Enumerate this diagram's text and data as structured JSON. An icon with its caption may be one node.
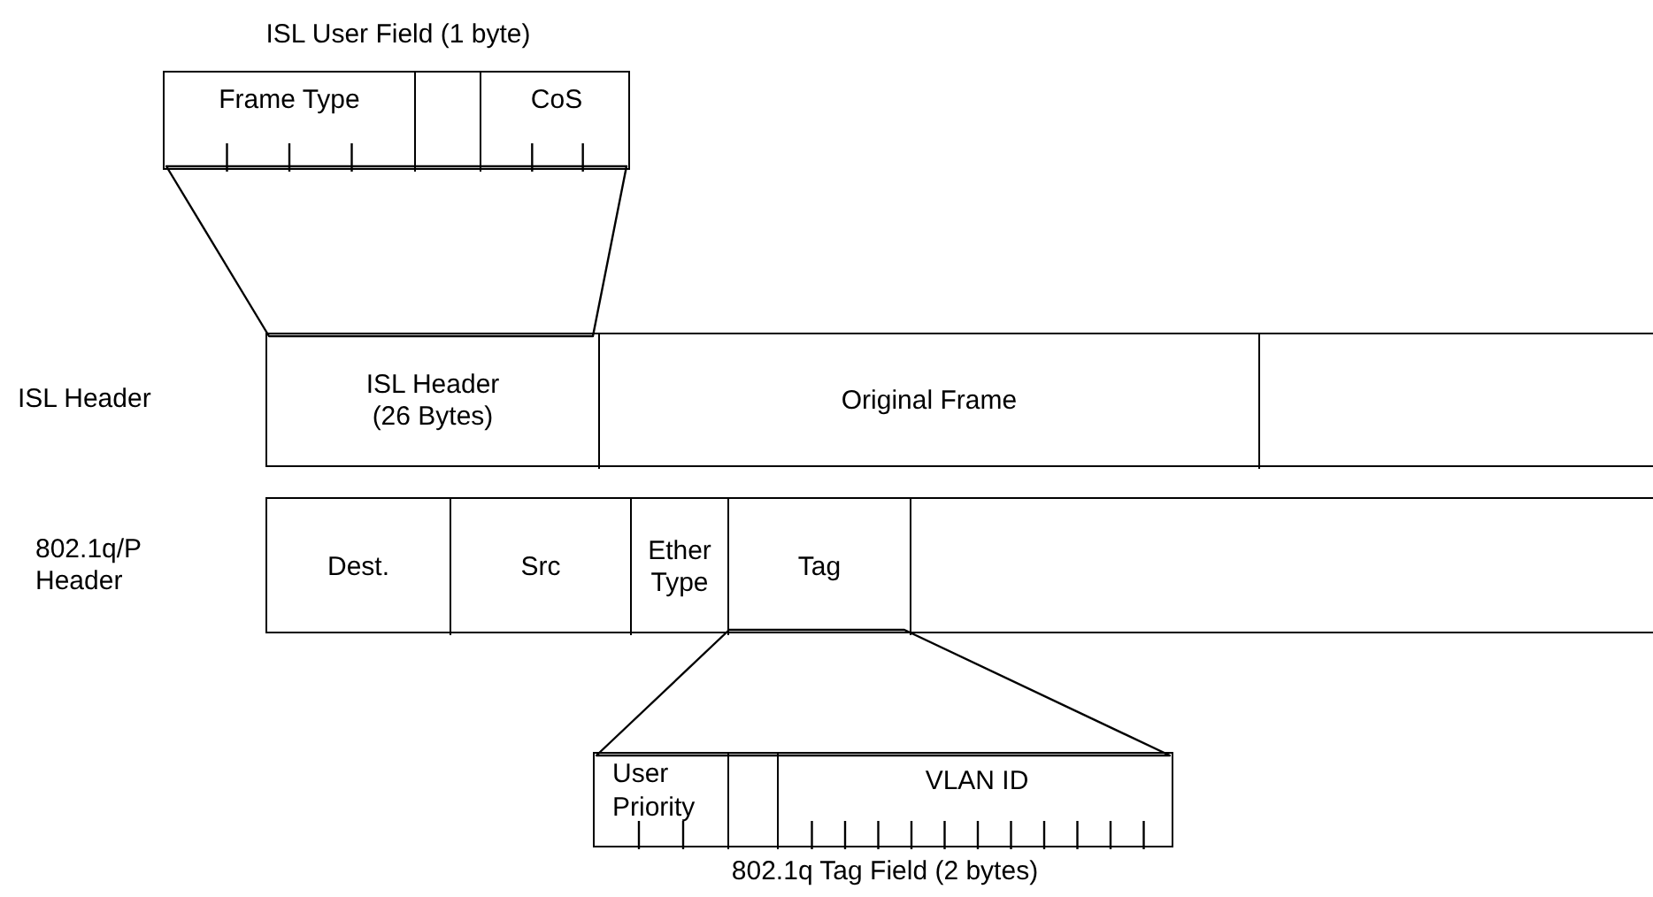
{
  "diagram": {
    "nodes": [
      {
        "text": [
          "ISL User Field (1 byte)"
        ]
      },
      {
        "text": [
          "Frame Type"
        ],
        "in": 0
      },
      {
        "text": [],
        "shape": "box",
        "in": 0
      },
      {
        "text": [
          "CoS"
        ],
        "in": 0
      },
      {
        "text": [
          "ISL Header"
        ]
      },
      {
        "text": [
          "ISL Header (26 Bytes)"
        ],
        "in": 4
      },
      {
        "text": [
          "Original Frame"
        ],
        "in": 4
      },
      {
        "text": [],
        "shape": "box",
        "in": 4
      },
      {
        "text": [
          "802.1q/P Header"
        ]
      },
      {
        "text": [
          "Dest."
        ],
        "in": 8
      },
      {
        "text": [
          "Src"
        ],
        "in": 8
      },
      {
        "text": [
          "Ether Type"
        ],
        "in": 8
      },
      {
        "text": [
          "Tag"
        ],
        "in": 8
      },
      {
        "text": [],
        "shape": "box",
        "in": 8
      },
      {
        "text": [
          "802.1q Tag Field (2 bytes)"
        ]
      },
      {
        "text": [
          "User Priority"
        ],
        "in": 14
      },
      {
        "text": [],
        "shape": "box",
        "in": 14
      },
      {
        "text": [
          "VLAN ID"
        ],
        "in": 14
      }
    ],
    "edges": [
      {
        "from": 0,
        "to": 5,
        "arrow": "none"
      },
      {
        "from": 12,
        "to": 14,
        "arrow": "none"
      }
    ]
  }
}
